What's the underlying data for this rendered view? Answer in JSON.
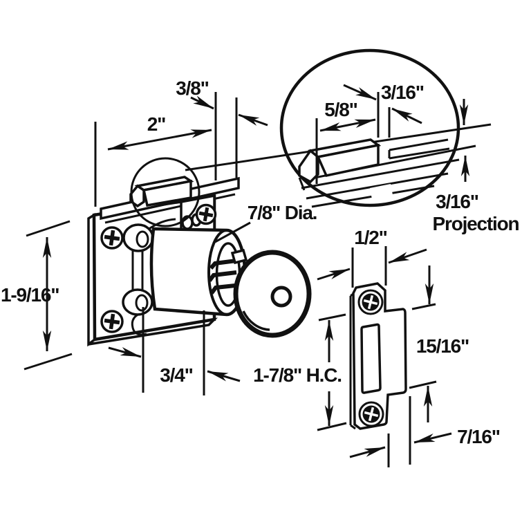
{
  "labels": {
    "dim_2": "2\"",
    "dim_3_8": "3/8\"",
    "dim_5_8": "5/8\"",
    "dim_3_16_step": "3/16\"",
    "dim_3_16_projection": "3/16\"",
    "projection_word": "Projection",
    "dim_7_8_dia": "7/8\" Dia.",
    "dim_1_9_16": "1-9/16\"",
    "dim_3_4": "3/4\"",
    "dim_1_7_8_hc": "1-7/8\" H.C.",
    "dim_1_2": "1/2\"",
    "dim_15_16": "15/16\"",
    "dim_7_16": "7/16\""
  },
  "colors": {
    "line": "#111111",
    "background": "#ffffff"
  }
}
